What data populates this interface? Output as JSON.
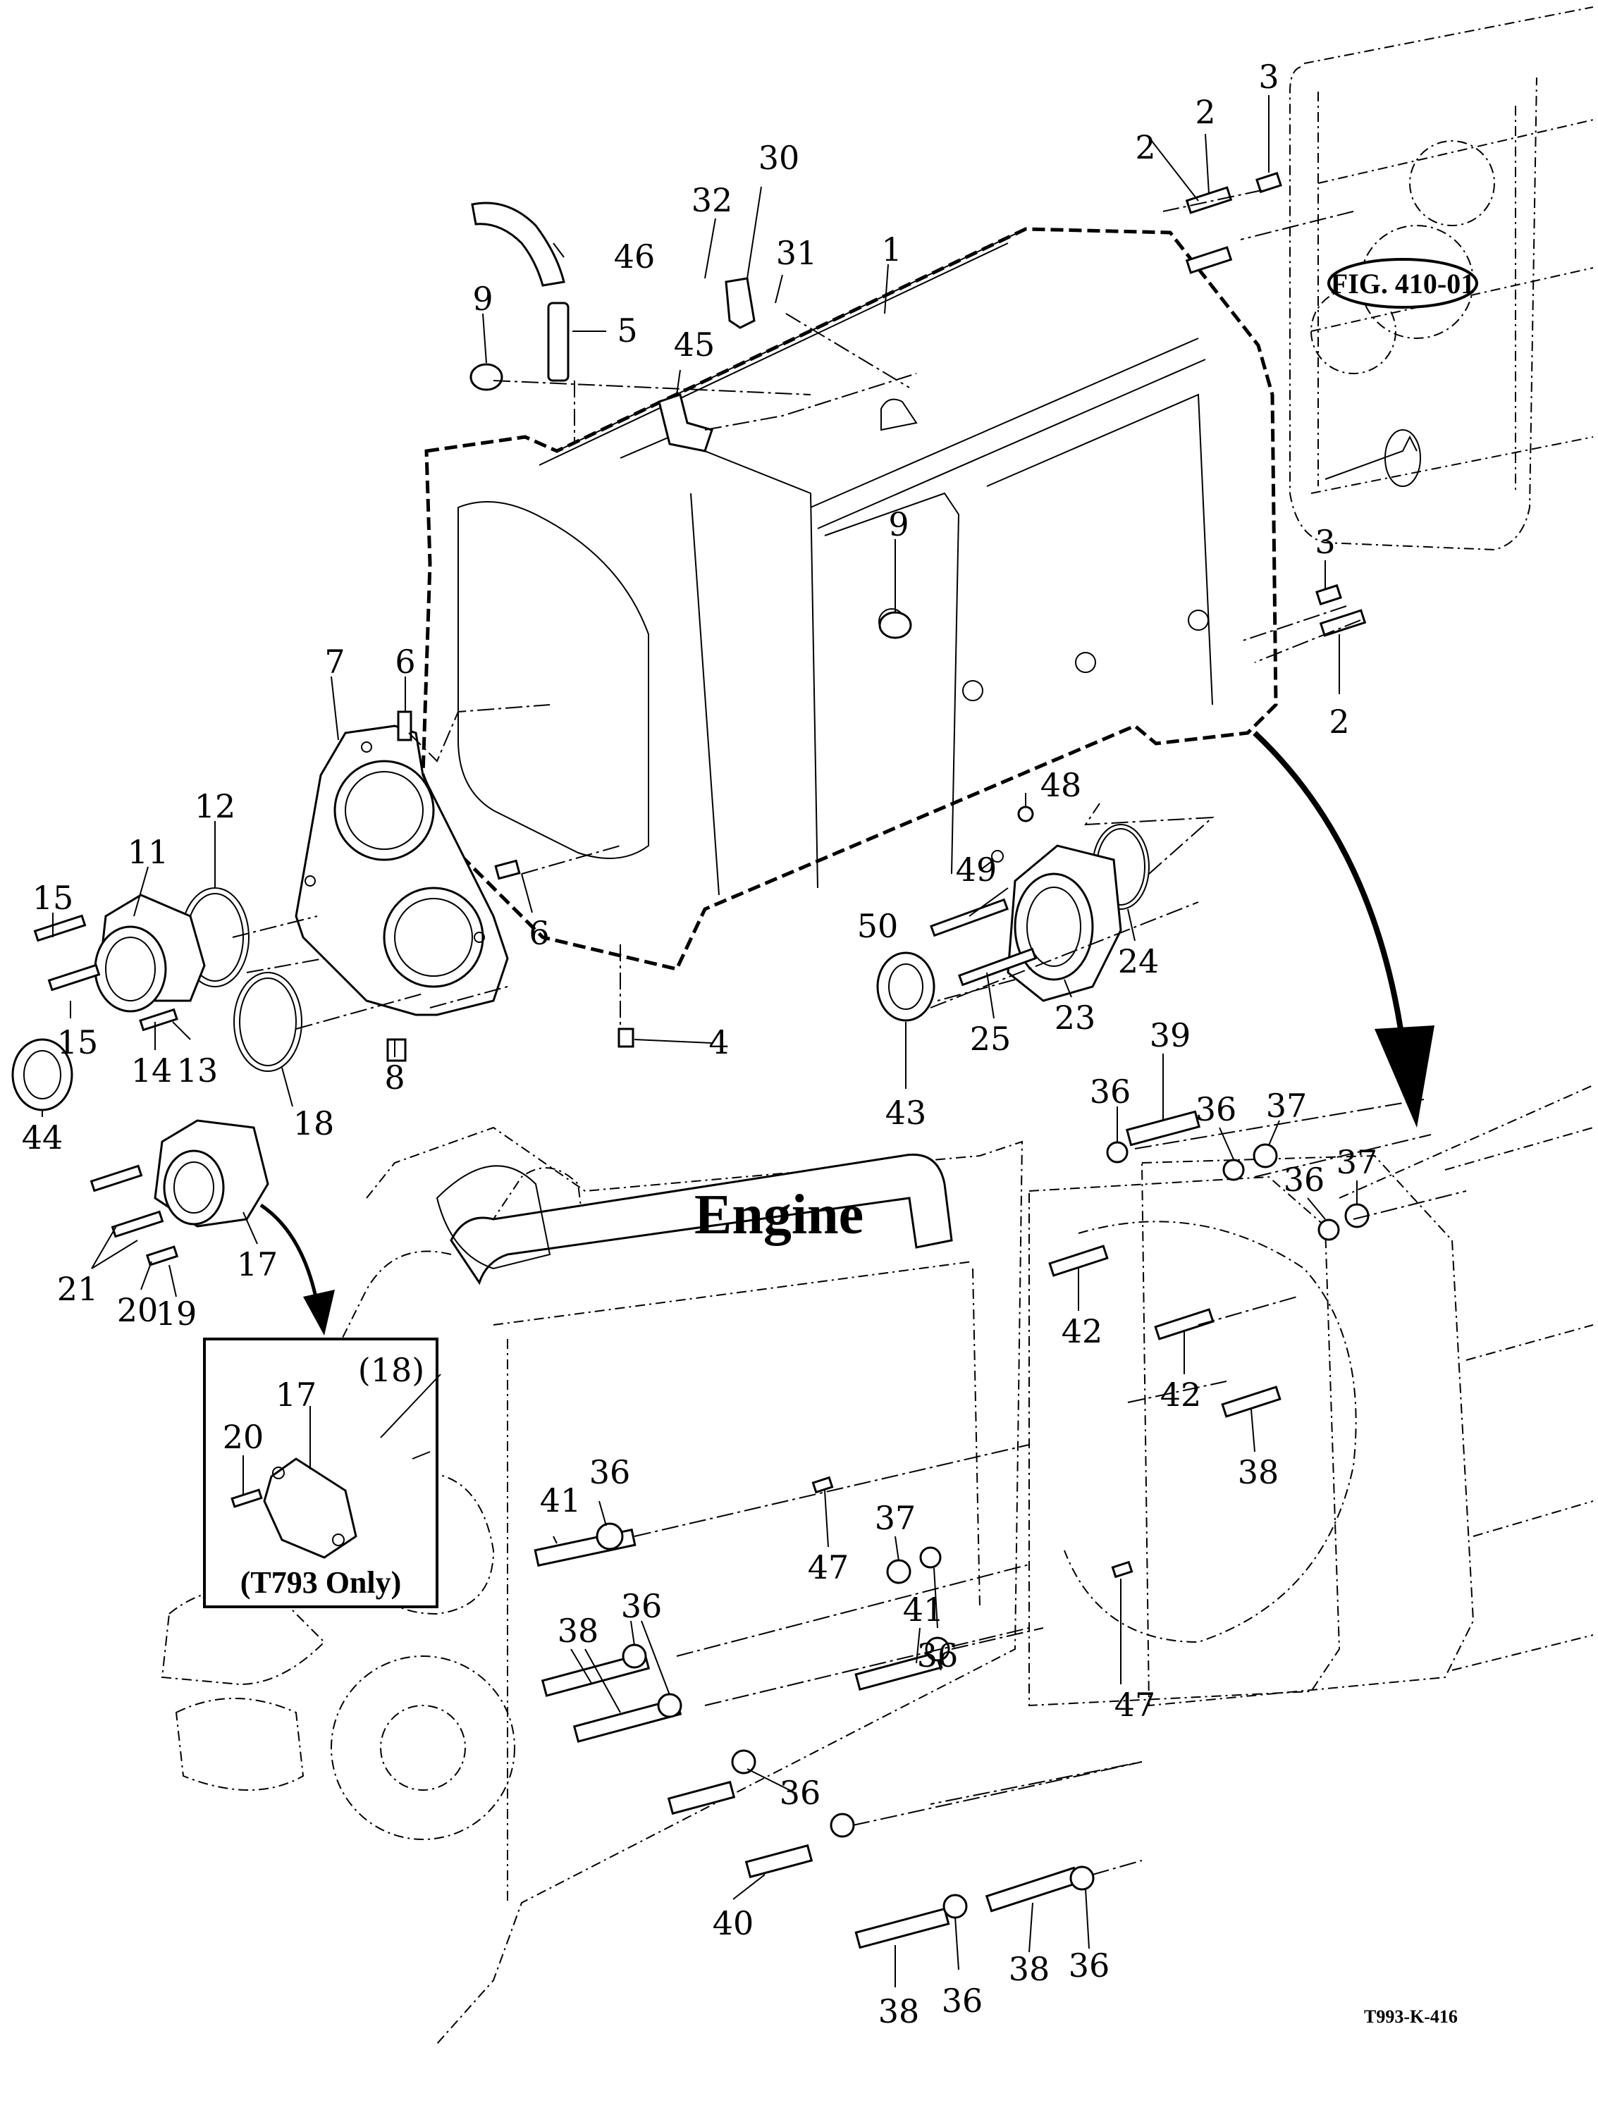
{
  "figure": {
    "engine_label": "Engine",
    "figure_reference": "FIG. 410-01",
    "inset_caption": "(T793 Only)",
    "drawing_number": "T993-K-416"
  },
  "callouts": [
    {
      "id": "c1",
      "text": "1"
    },
    {
      "id": "c2a",
      "text": "2"
    },
    {
      "id": "c2b",
      "text": "2"
    },
    {
      "id": "c2c",
      "text": "2"
    },
    {
      "id": "c3a",
      "text": "3"
    },
    {
      "id": "c3b",
      "text": "3"
    },
    {
      "id": "c4",
      "text": "4"
    },
    {
      "id": "c5",
      "text": "5"
    },
    {
      "id": "c6a",
      "text": "6"
    },
    {
      "id": "c6b",
      "text": "6"
    },
    {
      "id": "c7",
      "text": "7"
    },
    {
      "id": "c8",
      "text": "8"
    },
    {
      "id": "c9a",
      "text": "9"
    },
    {
      "id": "c9b",
      "text": "9"
    },
    {
      "id": "c11",
      "text": "11"
    },
    {
      "id": "c12",
      "text": "12"
    },
    {
      "id": "c13",
      "text": "13"
    },
    {
      "id": "c14",
      "text": "14"
    },
    {
      "id": "c15a",
      "text": "15"
    },
    {
      "id": "c15b",
      "text": "15"
    },
    {
      "id": "c17a",
      "text": "17"
    },
    {
      "id": "c17b",
      "text": "17"
    },
    {
      "id": "c18a",
      "text": "18"
    },
    {
      "id": "c18b",
      "text": "(18)"
    },
    {
      "id": "c19",
      "text": "19"
    },
    {
      "id": "c20a",
      "text": "20"
    },
    {
      "id": "c20b",
      "text": "20"
    },
    {
      "id": "c21",
      "text": "21"
    },
    {
      "id": "c23",
      "text": "23"
    },
    {
      "id": "c24",
      "text": "24"
    },
    {
      "id": "c25",
      "text": "25"
    },
    {
      "id": "c30",
      "text": "30"
    },
    {
      "id": "c31",
      "text": "31"
    },
    {
      "id": "c32",
      "text": "32"
    },
    {
      "id": "c36a",
      "text": "36"
    },
    {
      "id": "c36b",
      "text": "36"
    },
    {
      "id": "c36c",
      "text": "36"
    },
    {
      "id": "c36d",
      "text": "36"
    },
    {
      "id": "c36e",
      "text": "36"
    },
    {
      "id": "c36f",
      "text": "36"
    },
    {
      "id": "c36g",
      "text": "36"
    },
    {
      "id": "c36h",
      "text": "36"
    },
    {
      "id": "c36i",
      "text": "36"
    },
    {
      "id": "c36j",
      "text": "36"
    },
    {
      "id": "c37a",
      "text": "37"
    },
    {
      "id": "c37b",
      "text": "37"
    },
    {
      "id": "c37c",
      "text": "37"
    },
    {
      "id": "c38a",
      "text": "38"
    },
    {
      "id": "c38b",
      "text": "38"
    },
    {
      "id": "c38c",
      "text": "38"
    },
    {
      "id": "c38d",
      "text": "38"
    },
    {
      "id": "c39",
      "text": "39"
    },
    {
      "id": "c40",
      "text": "40"
    },
    {
      "id": "c41a",
      "text": "41"
    },
    {
      "id": "c41b",
      "text": "41"
    },
    {
      "id": "c42a",
      "text": "42"
    },
    {
      "id": "c42b",
      "text": "42"
    },
    {
      "id": "c43",
      "text": "43"
    },
    {
      "id": "c44",
      "text": "44"
    },
    {
      "id": "c45",
      "text": "45"
    },
    {
      "id": "c46",
      "text": "46"
    },
    {
      "id": "c47a",
      "text": "47"
    },
    {
      "id": "c47b",
      "text": "47"
    },
    {
      "id": "c48",
      "text": "48"
    },
    {
      "id": "c49",
      "text": "49"
    },
    {
      "id": "c50",
      "text": "50"
    }
  ]
}
